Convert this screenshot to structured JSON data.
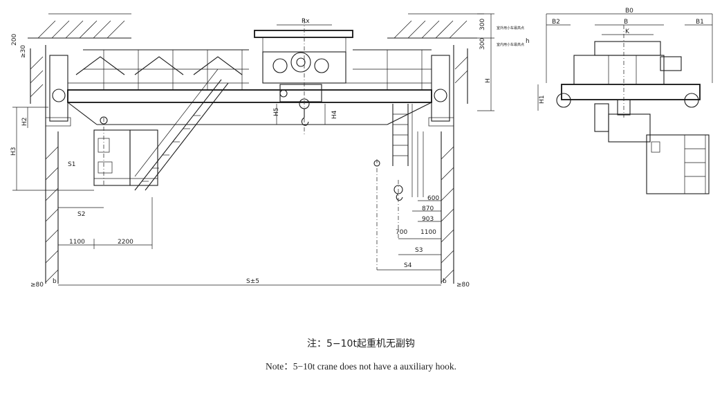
{
  "note": {
    "chinese": "注：5−10t起重机无副钩",
    "english": "Note：5−10t crane does not have a auxiliary hook."
  },
  "labels": {
    "rx": "Rx",
    "outdoor_trolley": "室外用小车最高点",
    "indoor_trolley": "室内用小车最高点",
    "dim_300_top": "300",
    "dim_300_mid": "300",
    "h_right": "h",
    "H": "H",
    "H1": "H1",
    "H2": "H2",
    "H3": "H3",
    "H4": "H4",
    "H5": "H5",
    "S1": "S1",
    "S2": "S2",
    "S3": "S3",
    "S4": "S4",
    "span": "S±5",
    "b_left": "b",
    "b_right": "b",
    "ge80_left": "≥80",
    "ge80_right": "≥80",
    "d200": "200",
    "d30": "≥30",
    "d1100_left": "1100",
    "d2200": "2200",
    "d600": "600",
    "d870": "870",
    "d903": "903",
    "d700": "700",
    "d1100_right": "1100",
    "B0": "B0",
    "B2": "B2",
    "B": "B",
    "B1": "B1",
    "K": "K"
  }
}
